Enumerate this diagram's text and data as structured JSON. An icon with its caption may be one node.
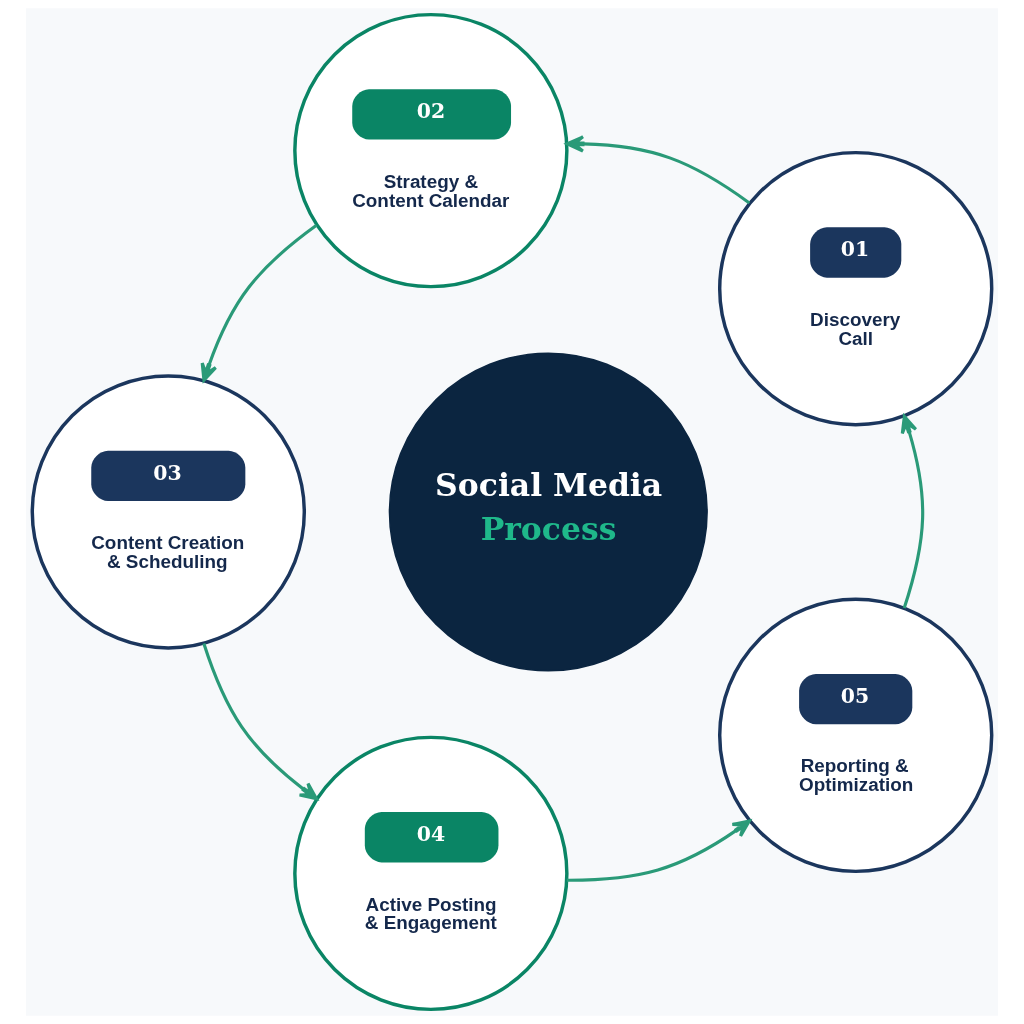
{
  "diagram": {
    "nodes": [
      {
        "text": [
          "Social Media",
          "Process"
        ]
      },
      {
        "text": [
          "01",
          "Discovery Call"
        ]
      },
      {
        "text": [
          "02",
          "Strategy & Content Calendar"
        ]
      },
      {
        "text": [
          "03",
          "Content Creation & Scheduling"
        ]
      },
      {
        "text": [
          "04",
          "Active Posting & Engagement"
        ]
      },
      {
        "text": [
          "05",
          "Reporting & Optimization"
        ]
      }
    ],
    "edges": [
      {
        "from": 1,
        "to": 2,
        "arrow": "to"
      },
      {
        "from": 2,
        "to": 3,
        "arrow": "to"
      },
      {
        "from": 3,
        "to": 4,
        "arrow": "to"
      },
      {
        "from": 4,
        "to": 5,
        "arrow": "to"
      },
      {
        "from": 5,
        "to": 1,
        "arrow": "to"
      }
    ]
  }
}
